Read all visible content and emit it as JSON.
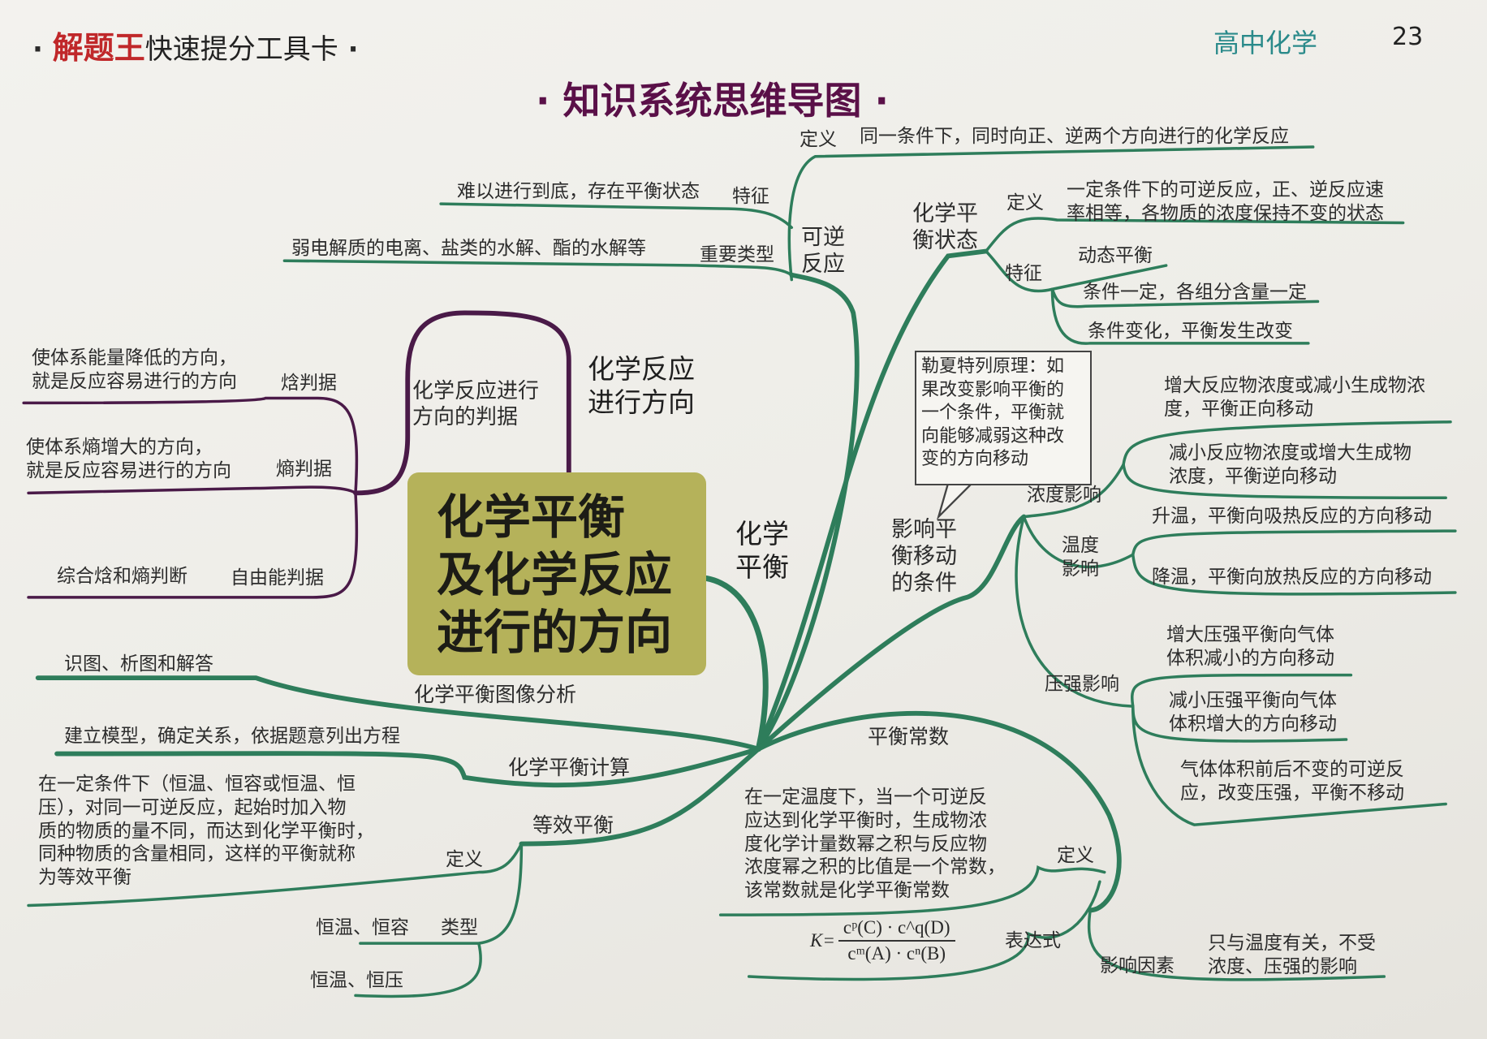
{
  "header": {
    "brand": "解题王",
    "brand_suffix": "快速提分工具卡",
    "dot": "·",
    "subject": "高中化学",
    "page_number": "23"
  },
  "title": "· 知识系统思维导图 ·",
  "colors": {
    "green_branch": "#2e7d5b",
    "purple_branch": "#4a1a48",
    "center_box": "#b5b25a",
    "brand_red": "#c0282a",
    "subject_teal": "#2a8a8a",
    "title_purple": "#5a1048"
  },
  "center": "化学平衡\n及化学反应\n进行的方向",
  "direction": {
    "title": "化学反应\n进行方向",
    "criteria": "化学反应进行\n方向的判据",
    "enthalpy": {
      "label": "焓判据",
      "text": "使体系能量降低的方向，\n就是反应容易进行的方向"
    },
    "entropy": {
      "label": "熵判据",
      "text": "使体系熵增大的方向，\n就是反应容易进行的方向"
    },
    "free_energy": {
      "label": "自由能判据",
      "text": "综合焓和熵判断"
    }
  },
  "equilibrium": {
    "title": "化学\n平衡",
    "reversible": {
      "label": "可逆\n反应",
      "definition_label": "定义",
      "definition": "同一条件下，同时向正、逆两个方向进行的化学反应",
      "feature_label": "特征",
      "feature": "难以进行到底，存在平衡状态",
      "types_label": "重要类型",
      "types": "弱电解质的电离、盐类的水解、酯的水解等"
    },
    "state": {
      "label": "化学平\n衡状态",
      "definition_label": "定义",
      "definition": "一定条件下的可逆反应，正、逆反应速\n率相等，各物质的浓度保持不变的状态",
      "feature_label": "特征",
      "features": [
        "动态平衡",
        "条件一定，各组分含量一定",
        "条件变化，平衡发生改变"
      ]
    },
    "shift": {
      "label": "影响平\n衡移动\n的条件",
      "le_chatelier": "勒夏特列原理：如\n果改变影响平衡的\n一个条件，平衡就\n向能够减弱这种改\n变的方向移动",
      "concentration_label": "浓度影响",
      "concentration": [
        "增大反应物浓度或减小生成物浓\n度，平衡正向移动",
        "减小反应物浓度或增大生成物\n浓度，平衡逆向移动"
      ],
      "temperature_label": "温度\n影响",
      "temperature": [
        "升温，平衡向吸热反应的方向移动",
        "降温，平衡向放热反应的方向移动"
      ],
      "pressure_label": "压强影响",
      "pressure": [
        "增大压强平衡向气体\n体积减小的方向移动",
        "减小压强平衡向气体\n体积增大的方向移动",
        "气体体积前后不变的可逆反\n应，改变压强，平衡不移动"
      ]
    },
    "constant": {
      "label": "平衡常数",
      "definition_label": "定义",
      "definition": "在一定温度下，当一个可逆反\n应达到化学平衡时，生成物浓\n度化学计量数幂之积与反应物\n浓度幂之积的比值是一个常数，\n该常数就是化学平衡常数",
      "expression_label": "表达式",
      "formula": {
        "lhs": "K=",
        "numerator": "cᵖ(C) · c^q(D)",
        "denominator": "cᵐ(A) · cⁿ(B)"
      },
      "factors_label": "影响因素",
      "factors": "只与温度有关，不受\n浓度、压强的影响"
    },
    "graph": {
      "label": "化学平衡图像分析",
      "text": "识图、析图和解答"
    },
    "calc": {
      "label": "化学平衡计算",
      "text": "建立模型，确定关系，依据题意列出方程"
    },
    "equivalent": {
      "label": "等效平衡",
      "definition_label": "定义",
      "definition": "在一定条件下（恒温、恒容或恒温、恒\n压），对同一可逆反应，起始时加入物\n质的物质的量不同，而达到化学平衡时，\n同种物质的含量相同，这样的平衡就称\n为等效平衡",
      "types_label": "类型",
      "types": [
        "恒温、恒容",
        "恒温、恒压"
      ]
    }
  }
}
